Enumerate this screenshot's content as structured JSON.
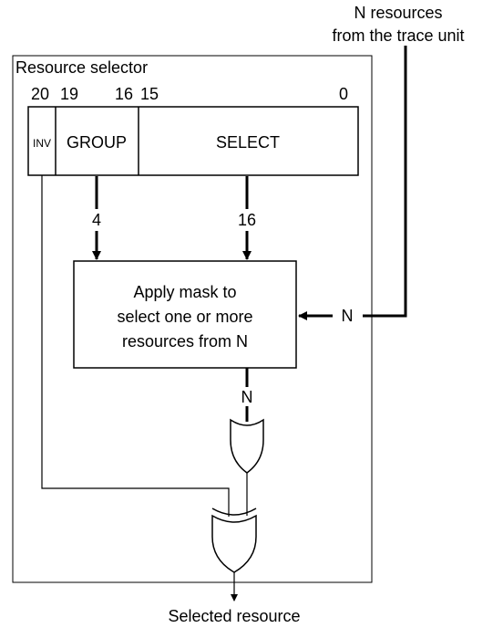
{
  "external_input": {
    "line1": "N resources",
    "line2": "from the trace unit",
    "width_label": "N"
  },
  "selector": {
    "title": "Resource selector",
    "bit_labels": [
      "20",
      "19",
      "16",
      "15",
      "0"
    ],
    "fields": {
      "inv": "INV",
      "group": "GROUP",
      "select": "SELECT"
    }
  },
  "buses": {
    "group_width": "4",
    "select_width": "16",
    "mask_output_width": "N"
  },
  "mask_block": {
    "lines": [
      "Apply mask to",
      "select one or more",
      "resources from N"
    ]
  },
  "gates": {
    "or_gate": "or-gate",
    "xor_gate": "xor-gate"
  },
  "output": {
    "label": "Selected resource"
  }
}
